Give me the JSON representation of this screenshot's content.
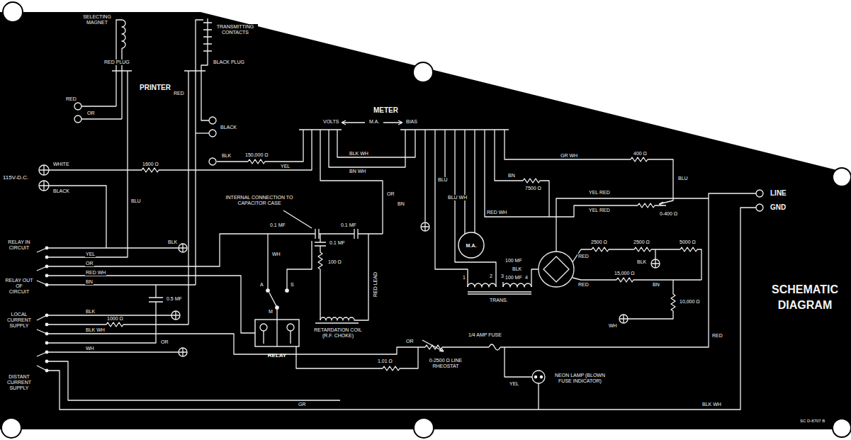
{
  "diagram": {
    "title": "SCHEMATIC DIAGRAM",
    "nodes": [
      {
        "text": [
          "RELAY"
        ]
      },
      {
        "text": [
          "M.A."
        ]
      }
    ],
    "labels": [
      "SELECTING MAGNET",
      "RED PLUG",
      "TRANSMITTING CONTACTS",
      "BLACK PLUG",
      "PRINTER",
      "RED",
      "OR",
      "BLACK",
      "RED",
      "115V-D.C.",
      "WHITE",
      "BLACK",
      "1600 Ω",
      "BLU",
      "METER",
      "VOLTS",
      "M.A.",
      "BIAS",
      "150,000 Ω",
      "BLK",
      "YEL",
      "BLK WH",
      "BN WH",
      "GR WH",
      "400 Ω",
      "BLU",
      "BN",
      "7500 Ω",
      "YEL RED",
      "YEL RED",
      "0-400 Ω",
      "INTERNAL CONNECTION TO CAPACITOR CASE",
      "0.1 MF",
      "0.1 MF",
      "0.1 MF",
      "100 Ω",
      "RED LEAD",
      "WH",
      "OR",
      "BN",
      "BLU",
      "BLU WH",
      "RED WH",
      "100 MF",
      "BLK",
      "100 MF",
      "RED",
      "RED",
      "2500 Ω",
      "2500 Ω",
      "5000 Ω",
      "BLK",
      "15,000 Ω",
      "BN",
      "10,000 Ω",
      "WH",
      "LINE",
      "GND",
      "RELAY IN CIRCUIT",
      "RELAY OUT OF CIRCUIT",
      "LOCAL CURRENT SUPPLY",
      "DISTANT CURRENT SUPPLY",
      "0.5 MF",
      "1000 Ω",
      "A",
      "S",
      "M",
      "RETARDATION COIL (R.F. CHOKE)",
      "1",
      "2",
      "3",
      "4",
      "TRANS.",
      "1/4 AMP FUSE",
      "0-2500 Ω LINE RHEOSTAT",
      "1.01 Ω",
      "NEON LAMP (BLOWN FUSE INDICATOR)",
      "SC D-8707 B",
      "BLK",
      "YEL",
      "OR",
      "RED WH",
      "BN",
      "BLK",
      "BLK WH",
      "OR",
      "WH",
      "GR",
      "OR",
      "YEL",
      "RED",
      "BLK WH"
    ]
  }
}
